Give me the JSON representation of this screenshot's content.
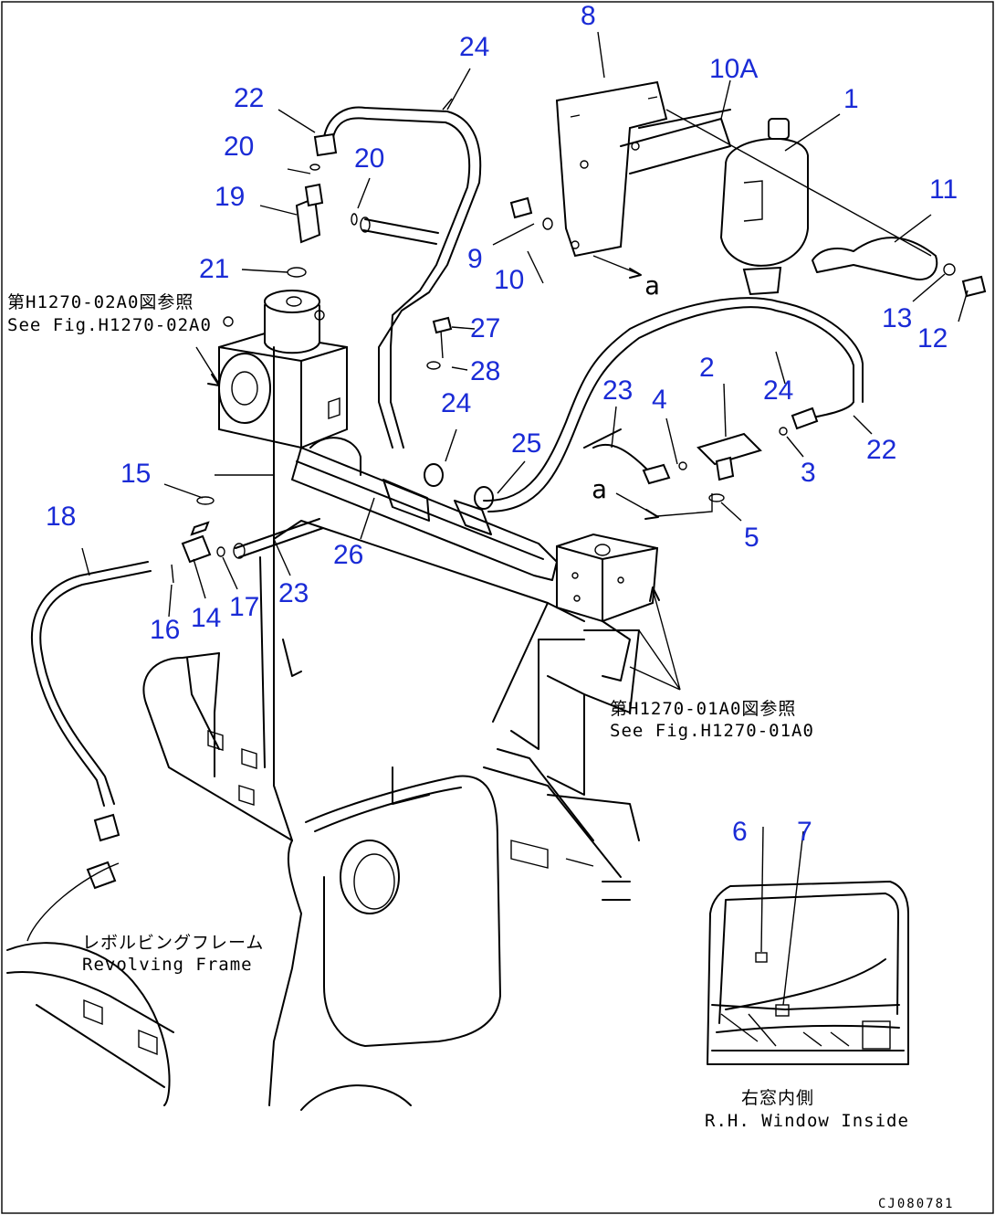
{
  "diagram": {
    "part_numbers": [
      "1",
      "2",
      "3",
      "4",
      "5",
      "6",
      "7",
      "8",
      "9",
      "10",
      "10A",
      "11",
      "12",
      "13",
      "14",
      "15",
      "16",
      "17",
      "18",
      "19",
      "20",
      "20",
      "21",
      "22",
      "22",
      "23",
      "23",
      "23",
      "24",
      "24",
      "24",
      "24",
      "25",
      "26",
      "27",
      "28"
    ],
    "notes": {
      "ref_02a0_jp": "第H1270-02A0図参照",
      "ref_02a0_en": "See Fig.H1270-02A0",
      "ref_01a0_jp": "第H1270-01A0図参照",
      "ref_01a0_en": "See Fig.H1270-01A0",
      "frame_jp": "レボルビングフレーム",
      "frame_en": "Revolving Frame",
      "window_jp": "右窓内側",
      "window_en": "R.H. Window Inside",
      "marker_a1": "a",
      "marker_a2": "a"
    },
    "drawing_code": "CJ080781"
  }
}
